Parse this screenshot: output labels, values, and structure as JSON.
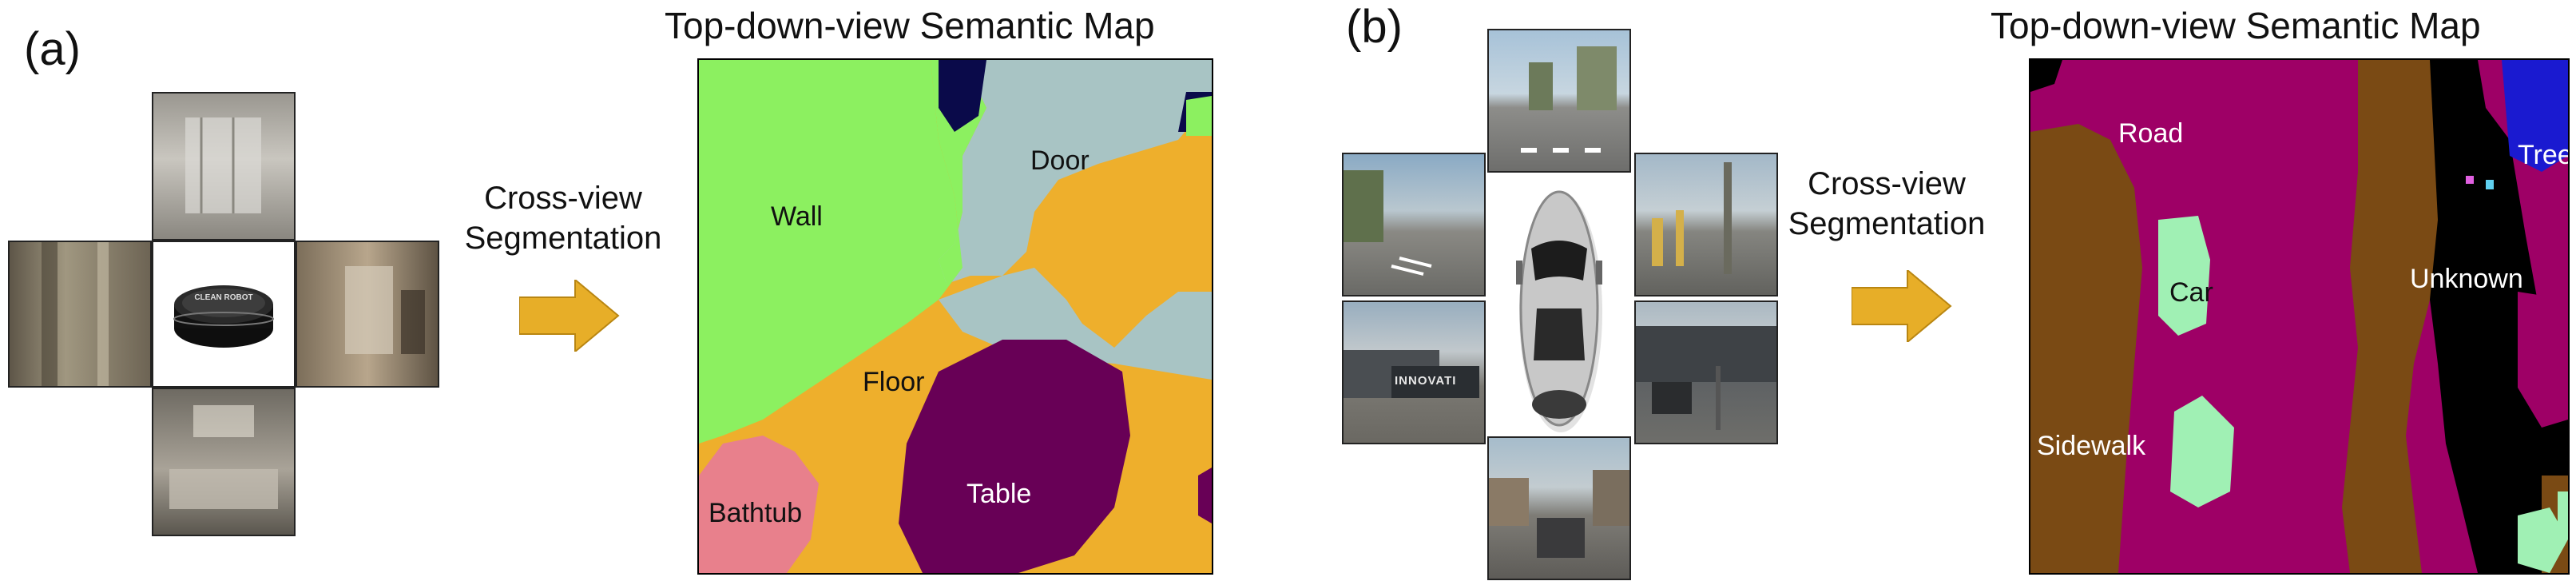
{
  "panel_a": {
    "label": "(a)",
    "device_text": "CLEAN ROBOT",
    "arrow_text_1": "Cross-view",
    "arrow_text_2": "Segmentation",
    "map_title": "Top-down-view Semantic Map",
    "classes": [
      {
        "name": "Wall",
        "color": "#8cf060"
      },
      {
        "name": "Door",
        "color": "#a8c4c4"
      },
      {
        "name": "Floor",
        "color": "#eeaf2c"
      },
      {
        "name": "Table",
        "color": "#680056"
      },
      {
        "name": "Bathtub",
        "color": "#e8808c"
      }
    ]
  },
  "panel_b": {
    "label": "(b)",
    "sign_text": "INNOVATI",
    "arrow_text_1": "Cross-view",
    "arrow_text_2": "Segmentation",
    "map_title": "Top-down-view Semantic Map",
    "classes": [
      {
        "name": "Road",
        "color": "#9e0066"
      },
      {
        "name": "Sidewalk",
        "color": "#7a4a14"
      },
      {
        "name": "Car",
        "color": "#a0f0b4"
      },
      {
        "name": "Tree",
        "color": "#1a1ad0"
      },
      {
        "name": "Unknown",
        "color": "#000000"
      }
    ]
  }
}
